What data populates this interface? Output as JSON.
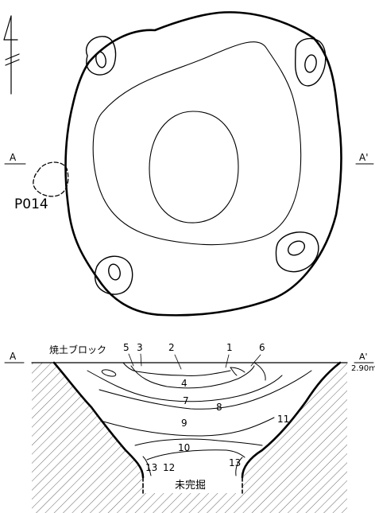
{
  "plan": {
    "north_arrow": "north-arrow-icon",
    "section_label_left": "A",
    "section_label_right": "A'",
    "pit_label": "P014"
  },
  "section": {
    "label_left": "A",
    "label_right": "A'",
    "elevation": "2.90m",
    "burnt_soil_block": "焼土ブロック",
    "unexcavated": "未完掘",
    "layers": [
      "1",
      "2",
      "3",
      "4",
      "5",
      "6",
      "7",
      "8",
      "9",
      "10",
      "11",
      "12",
      "13",
      "13"
    ]
  },
  "colors": {
    "ink": "#000000",
    "paper": "#ffffff"
  }
}
